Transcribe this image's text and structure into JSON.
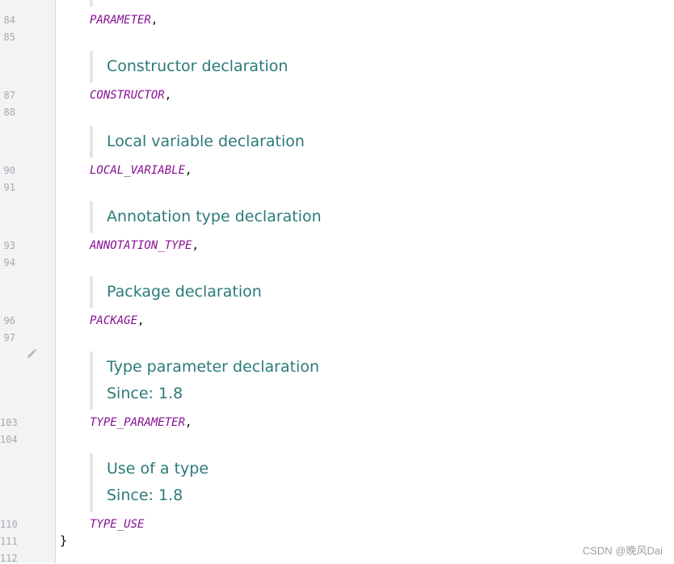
{
  "gutter": {
    "line_numbers": [
      "84",
      "85",
      "87",
      "88",
      "90",
      "91",
      "93",
      "94",
      "96",
      "97",
      "103",
      "104",
      "110",
      "111",
      "112"
    ]
  },
  "code": {
    "enum_constants": [
      "PARAMETER",
      "CONSTRUCTOR",
      "LOCAL_VARIABLE",
      "ANNOTATION_TYPE",
      "PACKAGE",
      "TYPE_PARAMETER",
      "TYPE_USE"
    ],
    "comma": ",",
    "closing_brace": "}"
  },
  "docs": {
    "constructor": "Constructor declaration",
    "local_variable": "Local variable declaration",
    "annotation_type": "Annotation type declaration",
    "package": "Package declaration",
    "type_parameter": "Type parameter declaration",
    "type_parameter_since": "Since: 1.8",
    "type_use": "Use of a type",
    "type_use_since": "Since: 1.8"
  },
  "icons": {
    "edit": "pencil-icon"
  },
  "watermark": "CSDN @晚风Dai",
  "colors": {
    "constant": "#871094",
    "doc_text": "#2b7a78",
    "gutter_bg": "#f2f3f4",
    "line_number": "#a6a9ad"
  }
}
